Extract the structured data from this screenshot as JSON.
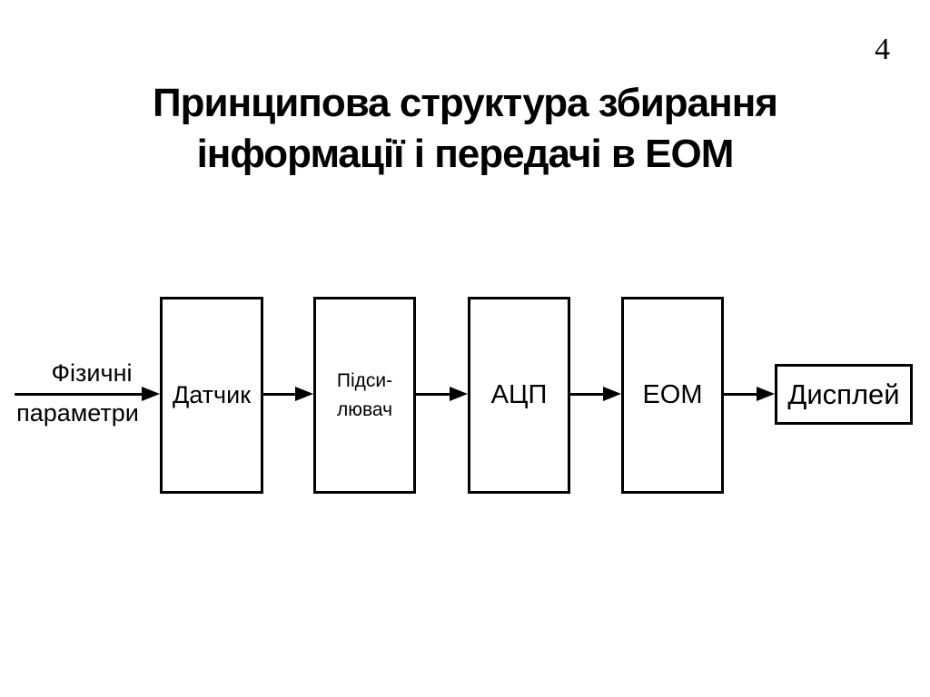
{
  "slide": {
    "page_number": "4",
    "title_line1": "Принципова структура збирання",
    "title_line2": "інформації і передачі в ЕОМ"
  },
  "diagram": {
    "input_label_line1": "Фізичні",
    "input_label_line2": "параметри",
    "boxes": [
      {
        "name": "sensor",
        "label": "Датчик"
      },
      {
        "name": "amplifier",
        "label": "Підси-\nлювач"
      },
      {
        "name": "adc",
        "label": "АЦП"
      },
      {
        "name": "computer",
        "label": "ЕОМ"
      },
      {
        "name": "display",
        "label": "Дисплей"
      }
    ],
    "colors": {
      "stroke": "#000000",
      "text": "#000000",
      "background": "#ffffff"
    }
  }
}
